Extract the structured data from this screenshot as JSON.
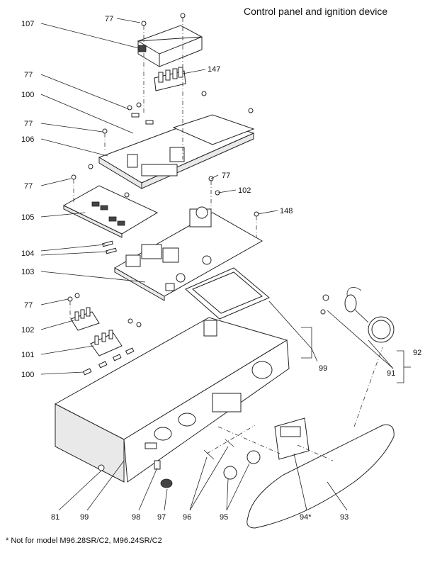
{
  "title": "Control panel and ignition device",
  "footnote": "* Not for model M96.28SR/C2, M96.24SR/C2",
  "callouts": {
    "c77a": "77",
    "c107": "107",
    "c147": "147",
    "c77b": "77",
    "c100a": "100",
    "c77c": "77",
    "c106": "106",
    "c77d": "77",
    "c105": "105",
    "c77e": "77",
    "c102a": "102",
    "c148": "148",
    "c104": "104",
    "c103": "103",
    "c77f": "77",
    "c102b": "102",
    "c101": "101",
    "c100b": "100",
    "c99a": "99",
    "c92": "92",
    "c91": "91",
    "c81": "81",
    "c99b": "99",
    "c98": "98",
    "c97": "97",
    "c96": "96",
    "c95": "95",
    "c94": "94*",
    "c93": "93"
  }
}
